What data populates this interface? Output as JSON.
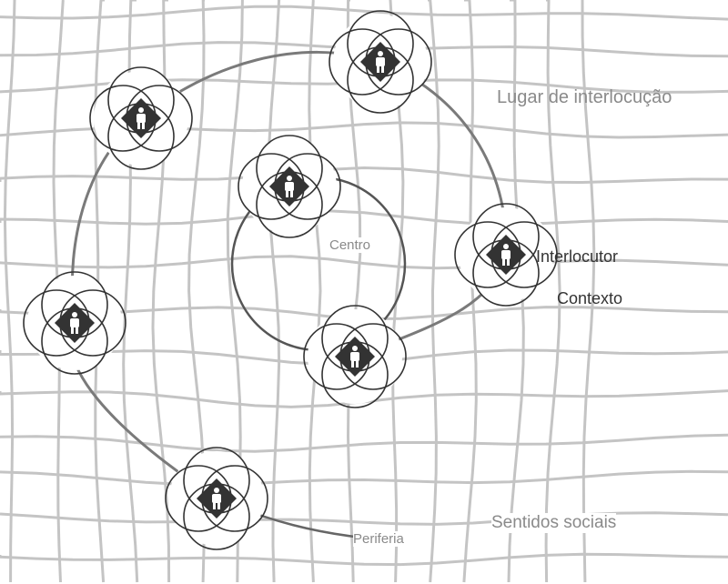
{
  "labels": {
    "lugar": "Lugar de interlocução",
    "interlocutor": "Interlocutor",
    "contexto": "Contexto",
    "centro": "Centro",
    "sentidos": "Sentidos sociais",
    "periferia": "Periferia"
  },
  "nodes": [
    {
      "id": "node-1",
      "icon": "person-icon"
    },
    {
      "id": "node-2",
      "icon": "person-icon"
    },
    {
      "id": "node-3",
      "icon": "person-icon"
    },
    {
      "id": "node-4",
      "icon": "person-icon"
    },
    {
      "id": "node-5",
      "icon": "person-icon"
    },
    {
      "id": "node-6",
      "icon": "person-icon"
    },
    {
      "id": "node-7",
      "icon": "person-icon"
    }
  ],
  "colors": {
    "grid": "#c4c4c4",
    "ring": "#7a7a7a",
    "node": "#333333",
    "label_gray": "#8a8a8a"
  }
}
